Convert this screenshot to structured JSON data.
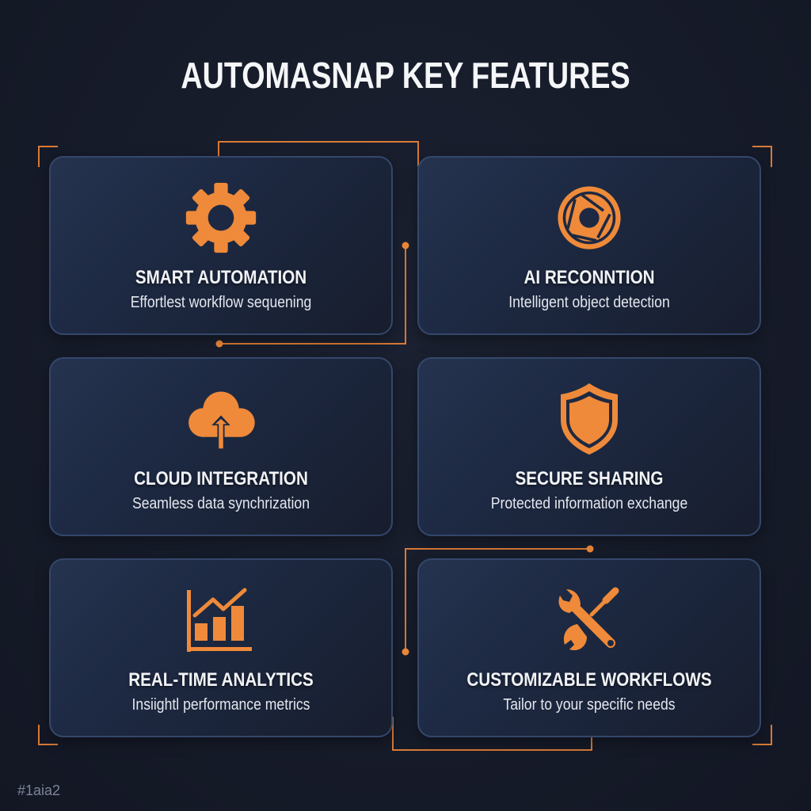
{
  "header": {
    "title": "AUTOMASNAP KEY FEATURES"
  },
  "colors": {
    "accent": "#ef8a3a",
    "background": "#161b29",
    "card_border": "#34476c",
    "card_bg": "#1d2942"
  },
  "features": [
    {
      "icon": "gear-icon",
      "title": "SMART AUTOMATION",
      "description": "Effortlest workflow sequening"
    },
    {
      "icon": "camera-aperture-icon",
      "title": "AI RECONNTION",
      "description": "Intelligent object detection"
    },
    {
      "icon": "cloud-upload-icon",
      "title": "CLOUD INTEGRATION",
      "description": "Seamless data synchrization"
    },
    {
      "icon": "shield-icon",
      "title": "SECURE SHARING",
      "description": "Protected information exchange"
    },
    {
      "icon": "bar-chart-trend-icon",
      "title": "REAL-TIME ANALYTICS",
      "description": "Insiightl performance metrics"
    },
    {
      "icon": "wrench-screwdriver-icon",
      "title": "CUSTOMIZABLE WORKFLOWS",
      "description": "Tailor to your specific needs"
    }
  ],
  "footer": {
    "code": "#1aia2"
  }
}
